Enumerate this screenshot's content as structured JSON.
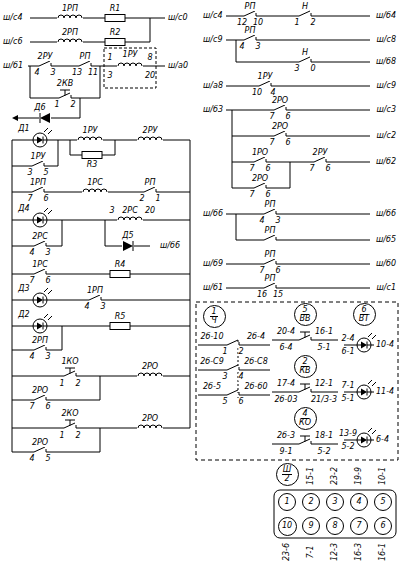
{
  "diagram": {
    "nodes": [
      {
        "text": [
          "1",
          "Ч"
        ]
      },
      {
        "text": [
          "5",
          "ВВ"
        ]
      },
      {
        "text": [
          "6",
          "ВТ"
        ]
      },
      {
        "text": [
          "2",
          "КВ"
        ]
      },
      {
        "text": [
          "4",
          "КО"
        ]
      },
      {
        "text": [
          "Ш",
          "2"
        ]
      },
      {
        "text": [
          "1"
        ]
      },
      {
        "text": [
          "2"
        ]
      },
      {
        "text": [
          "3"
        ]
      },
      {
        "text": [
          "4"
        ]
      },
      {
        "text": [
          "5"
        ]
      },
      {
        "text": [
          "10"
        ]
      },
      {
        "text": [
          "9"
        ]
      },
      {
        "text": [
          "8"
        ]
      },
      {
        "text": [
          "7"
        ]
      },
      {
        "text": [
          "6"
        ]
      }
    ],
    "labels": [
      "ш/с4",
      "1РП",
      "R1",
      "ш/с0",
      "ш/с6",
      "2РП",
      "R2",
      "ш/б1",
      "2РУ",
      "4",
      "3",
      "РП",
      "13",
      "11",
      "1РУ",
      "1",
      "8",
      "3",
      "20",
      "ш/а0",
      "2КВ",
      "1",
      "2",
      "Д6",
      "Д1",
      "1РУ",
      "2РУ",
      "R3",
      "1РУ",
      "3",
      "5",
      "1РП",
      "7",
      "6",
      "1РС",
      "РП",
      "2",
      "1",
      "Д4",
      "2РС",
      "3",
      "20",
      "2РС",
      "4",
      "3",
      "Д5",
      "ш/б6",
      "1РС",
      "7",
      "6",
      "R4",
      "Д3",
      "1РП",
      "4",
      "3",
      "Д2",
      "R5",
      "2РП",
      "4",
      "3",
      "1КО",
      "1",
      "2",
      "2РО",
      "2РО",
      "7",
      "6",
      "2КО",
      "1",
      "2",
      "2РО",
      "2РО",
      "4",
      "5",
      "ш/с4",
      "РП",
      "12",
      "10",
      "Н",
      "1",
      "2",
      "ш/б4",
      "ш/с9",
      "РП",
      "4",
      "3",
      "ш/с8",
      "Н",
      "3",
      "0",
      "ш/б8",
      "ш/а8",
      "1РУ",
      "10",
      "4",
      "ш/с9",
      "ш/б3",
      "2РО",
      "7",
      "6",
      "ш/с3",
      "2РО",
      "7",
      "6",
      "ш/с2",
      "1РО",
      "7",
      "6",
      "2РУ",
      "7",
      "6",
      "ш/б2",
      "2РО",
      "7",
      "6",
      "ш/б6",
      "РП",
      "4",
      "3",
      "ш/б6",
      "РП",
      "ш/б5",
      "ш/б9",
      "РП",
      "7",
      "6",
      "ш/б0",
      "ш/б1",
      "РП",
      "16",
      "15",
      "ш/с1",
      "2б-10",
      "2б-4",
      "1",
      "2",
      "2б-С9",
      "2б-С8",
      "3",
      "4",
      "2б-5",
      "2б-б0",
      "5",
      "6",
      "20-4",
      "6-4",
      "16-1",
      "5-1",
      "17-4",
      "2б-03",
      "12-1",
      "21/3-3",
      "2б-3",
      "9-1",
      "18-1",
      "5-2",
      "2-4",
      "6-1",
      "10-4",
      "7-1",
      "5-1",
      "11-4",
      "13-9",
      "5-2",
      "6-4",
      "15-1",
      "23-2",
      "19-9",
      "10-1",
      "23-6",
      "7-1",
      "12-3",
      "16-3",
      "16-1"
    ]
  }
}
